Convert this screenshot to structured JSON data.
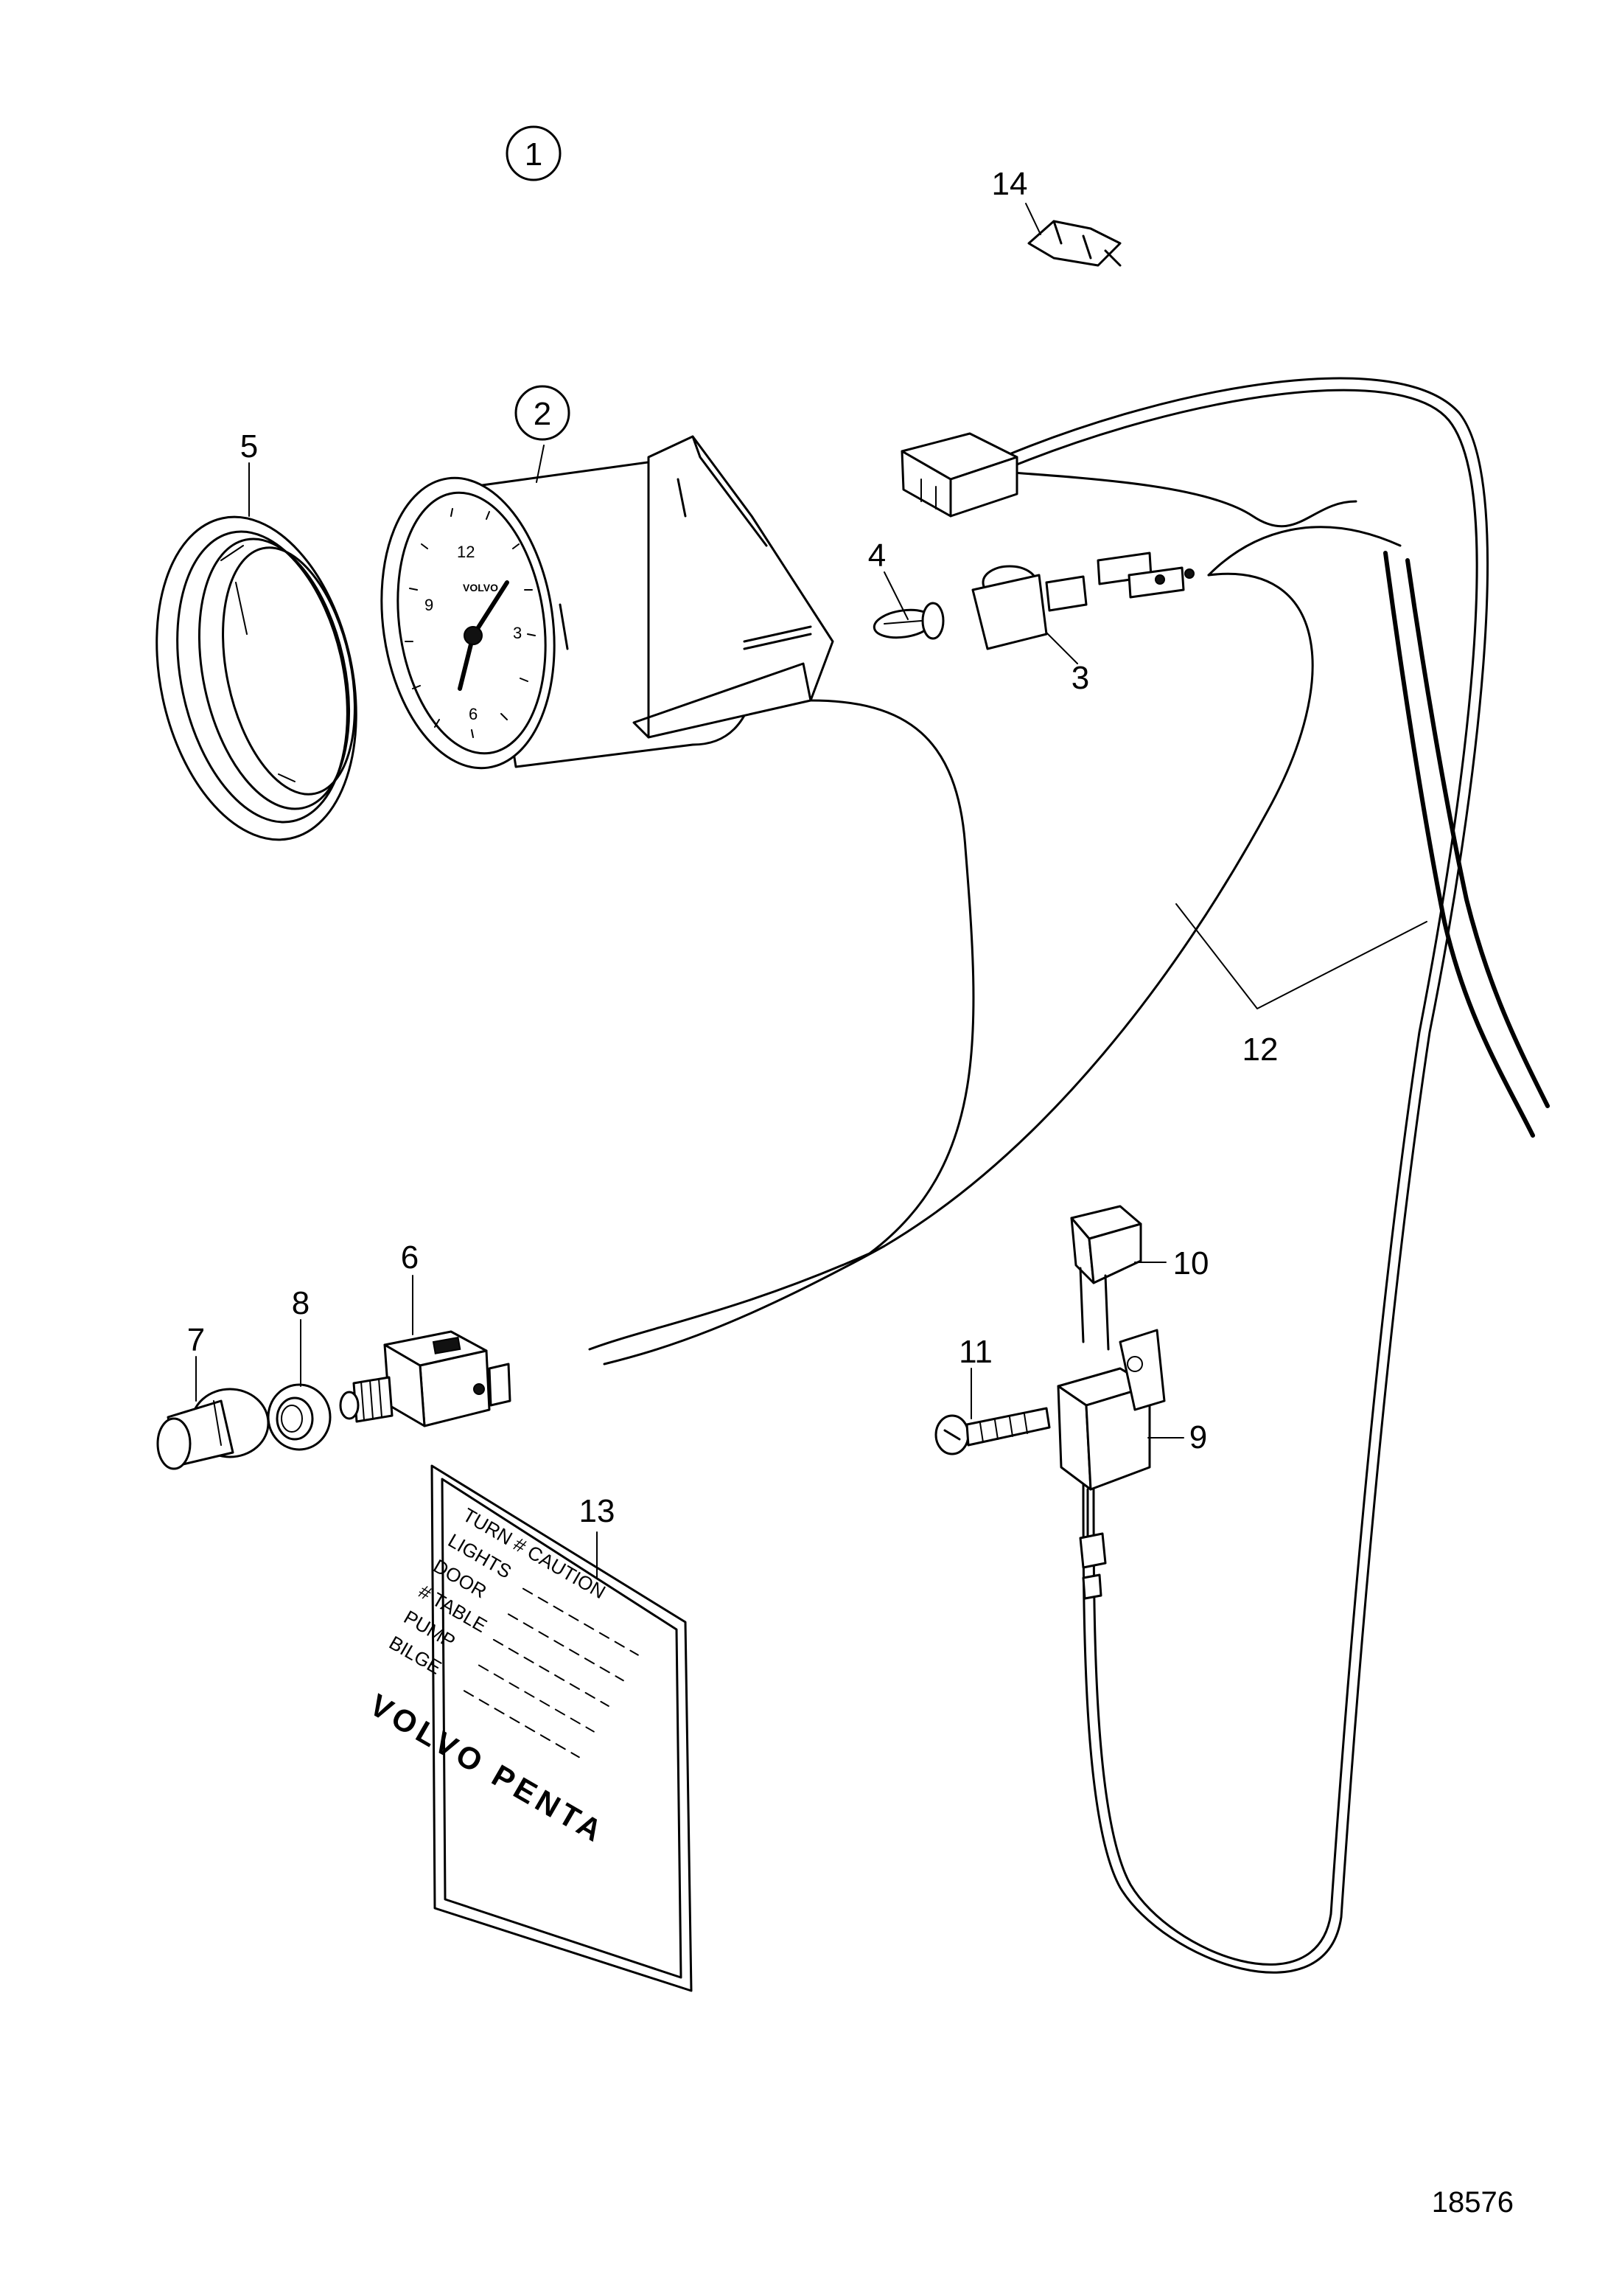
{
  "diagram": {
    "drawing_number": "18576",
    "callouts": [
      {
        "id": "1",
        "circled": true
      },
      {
        "id": "2",
        "circled": true
      },
      {
        "id": "3"
      },
      {
        "id": "4"
      },
      {
        "id": "5"
      },
      {
        "id": "6"
      },
      {
        "id": "7"
      },
      {
        "id": "8"
      },
      {
        "id": "9"
      },
      {
        "id": "10"
      },
      {
        "id": "11"
      },
      {
        "id": "12"
      },
      {
        "id": "13"
      },
      {
        "id": "14"
      }
    ],
    "clock_dial": {
      "n12": "12",
      "n3": "3",
      "n6": "6",
      "n9": "9",
      "brand_mark": "VOLVO"
    },
    "decal": {
      "lines": [
        "TURN # CAUTION",
        "LIGHTS",
        "DOOR",
        "# TABLE",
        "PUMP",
        "BILGE"
      ],
      "brand": "VOLVO PENTA"
    }
  }
}
